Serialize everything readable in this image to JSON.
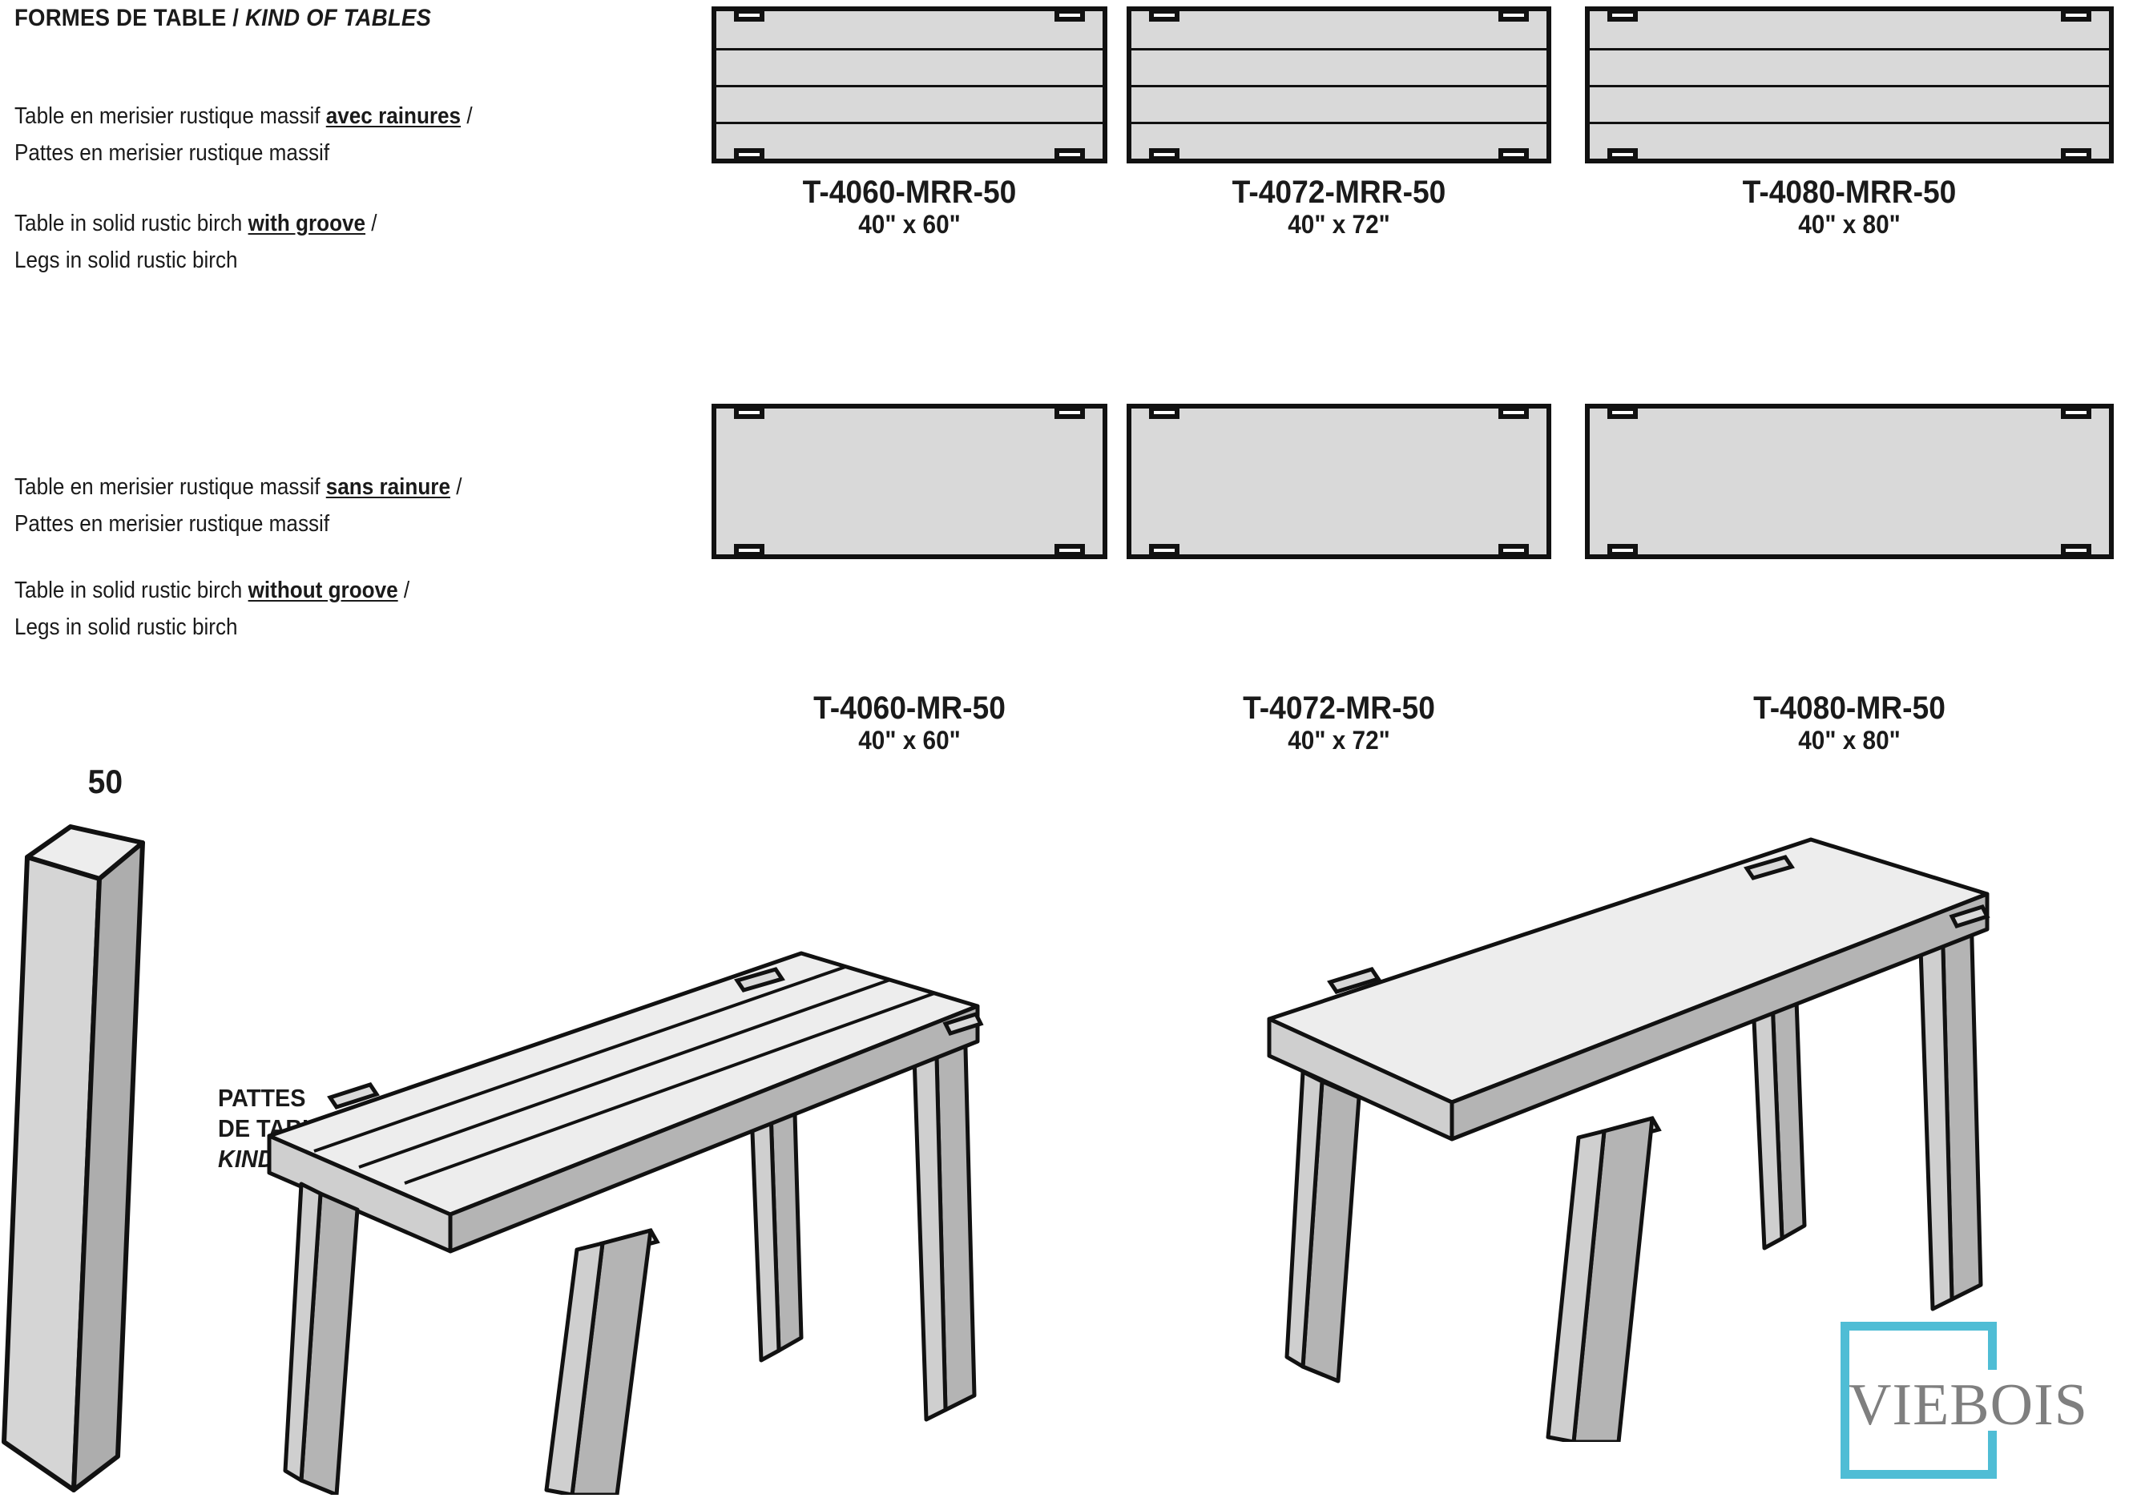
{
  "heading": {
    "fr": "FORMES DE TABLE",
    "sep": " / ",
    "en": "KIND OF TABLES"
  },
  "descriptions": [
    {
      "fr_pre": "Table en merisier rustique massif ",
      "fr_bold": "avec rainures",
      "fr_post": " /",
      "fr_line2": "Pattes en merisier rustique massif",
      "en_pre": "Table in solid rustic birch ",
      "en_bold": "with groove",
      "en_post": " /",
      "en_line2": "Legs in solid rustic birch"
    },
    {
      "fr_pre": "Table en merisier rustique massif ",
      "fr_bold": "sans rainure",
      "fr_post": " /",
      "fr_line2": "Pattes en merisier rustique massif",
      "en_pre": "Table in solid rustic birch ",
      "en_bold": "without groove",
      "en_post": " /",
      "en_line2": "Legs in solid rustic birch"
    }
  ],
  "tables": {
    "row1": [
      {
        "code": "T-4060-MRR-50",
        "dim": "40\" x 60\"",
        "grooves": 3
      },
      {
        "code": "T-4072-MRR-50",
        "dim": "40\" x 72\"",
        "grooves": 3
      },
      {
        "code": "T-4080-MRR-50",
        "dim": "40\" x 80\"",
        "grooves": 3
      }
    ],
    "row2": [
      {
        "code": "T-4060-MR-50",
        "dim": "40\" x 60\"",
        "grooves": 0
      },
      {
        "code": "T-4072-MR-50",
        "dim": "40\" x 72\"",
        "grooves": 0
      },
      {
        "code": "T-4080-MR-50",
        "dim": "40\" x 80\"",
        "grooves": 0
      }
    ]
  },
  "legs": {
    "size_label": "50",
    "caption_line1": "PATTES",
    "caption_line2": "DE TABLE /",
    "caption_line3": "KIND OF LEGS"
  },
  "logo": {
    "text": "VIEBOIS",
    "box_color": "#4fbdd5",
    "text_color": "#7f7f7f"
  },
  "colors": {
    "table_fill": "#d9d9d9",
    "outline": "#111111",
    "wood_top": "#ededed",
    "wood_side": "#b4b4b4",
    "wood_edge": "#cfcfcf"
  }
}
